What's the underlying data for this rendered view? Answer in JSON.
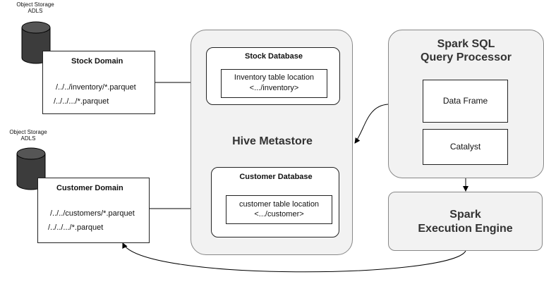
{
  "storage_top": {
    "line1": "Object Storage",
    "line2": "ADLS"
  },
  "storage_bottom": {
    "line1": "Object Storage",
    "line2": "ADLS"
  },
  "stock_domain": {
    "title": "Stock Domain",
    "path1": "/../../inventory/*.parquet",
    "path2": "/../../.../*.parquet"
  },
  "customer_domain": {
    "title": "Customer Domain",
    "path1": "/../../customers/*.parquet",
    "path2": "/../../.../*.parquet"
  },
  "hive": {
    "title": "Hive Metastore",
    "stock_db": {
      "title": "Stock Database",
      "line1": "Inventory table location",
      "line2": "<.../inventory>"
    },
    "customer_db": {
      "title": "Customer Database",
      "line1": "customer table location",
      "line2": "<.../customer>"
    }
  },
  "spark_sql": {
    "title_line1": "Spark SQL",
    "title_line2": "Query Processor",
    "dataframe": "Data Frame",
    "catalyst": "Catalyst"
  },
  "spark_exec": {
    "line1": "Spark",
    "line2": "Execution Engine"
  }
}
